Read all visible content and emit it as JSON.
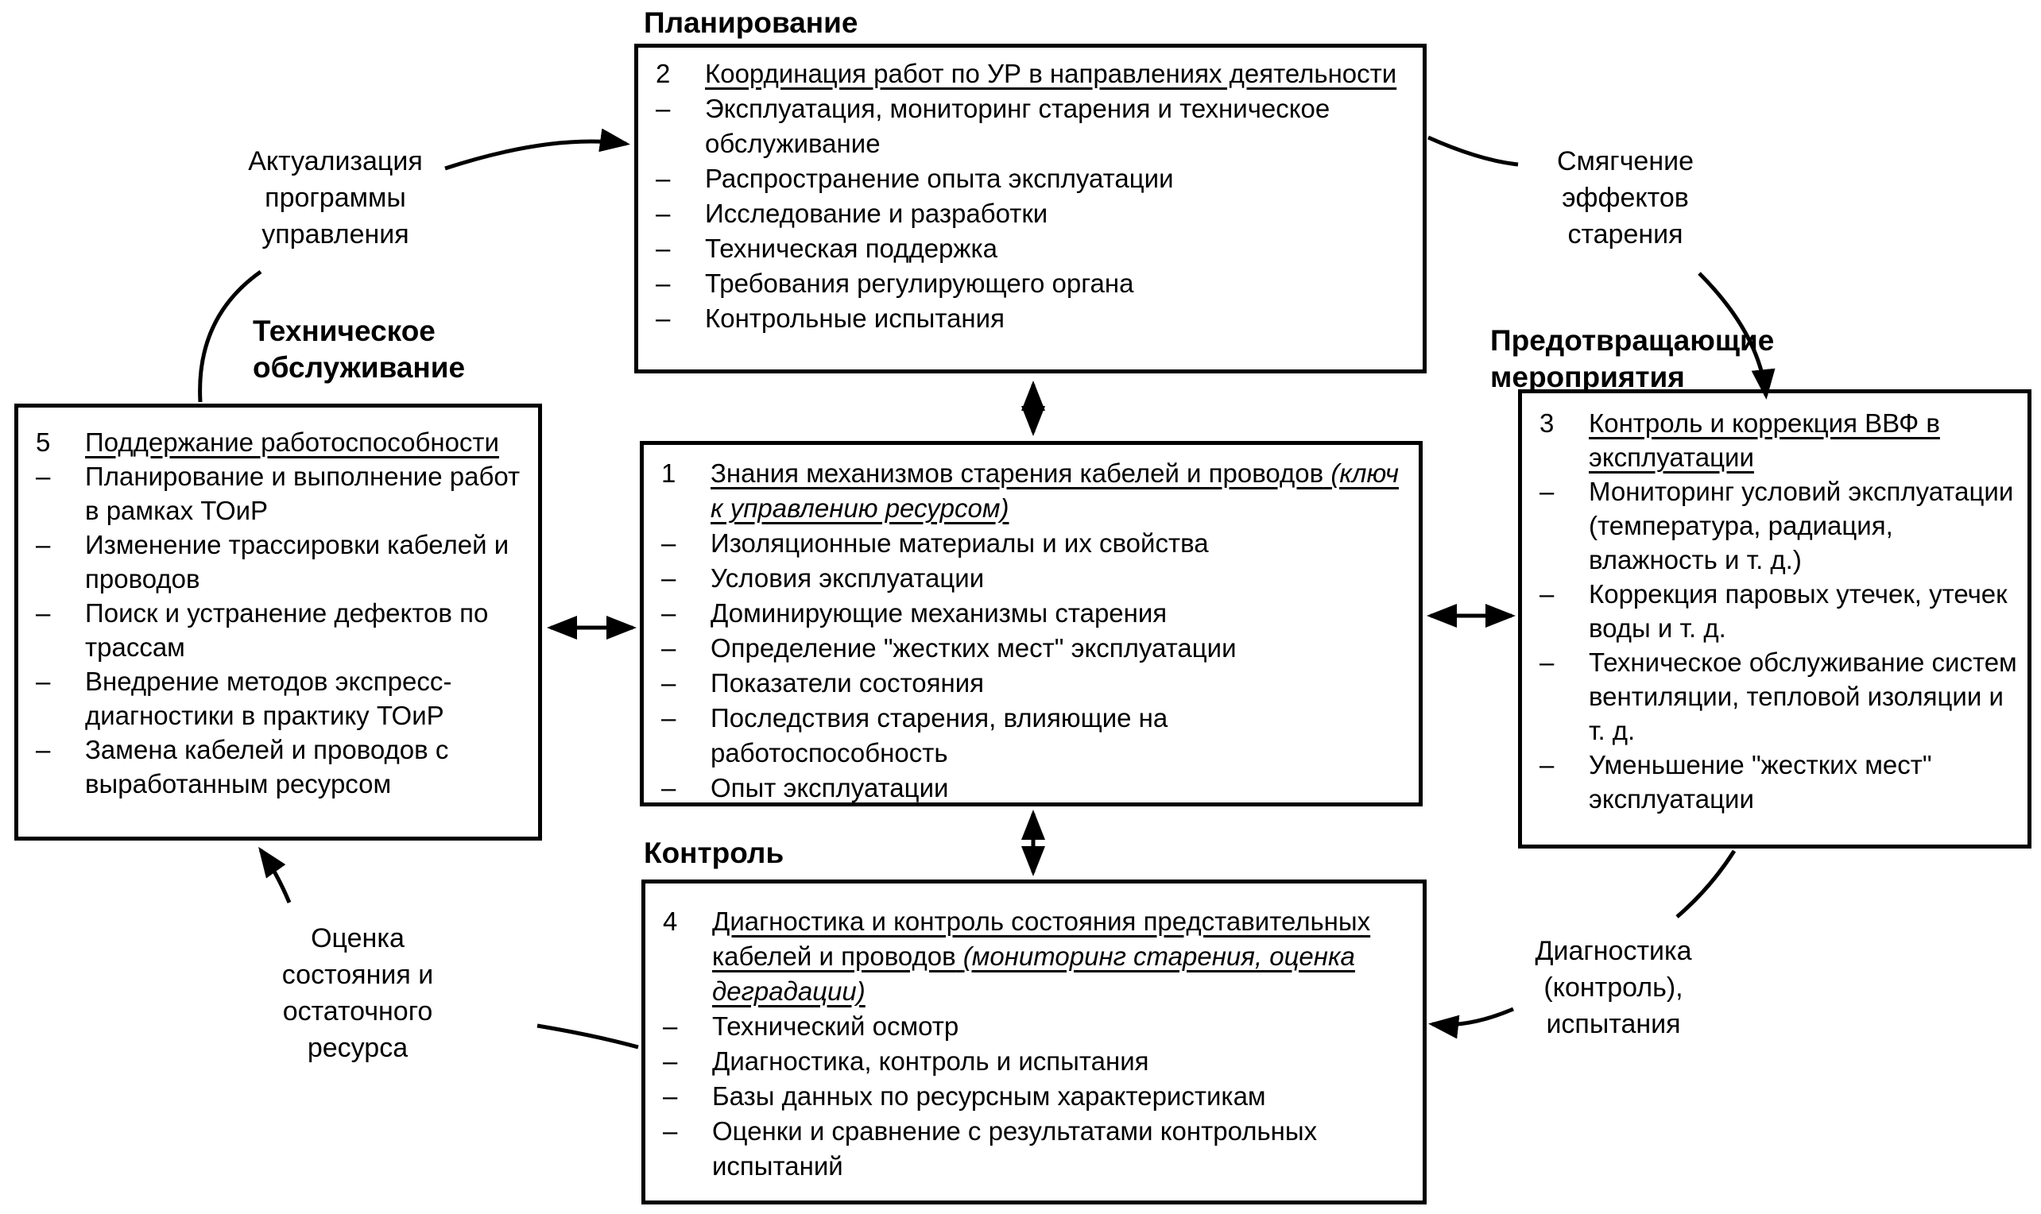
{
  "colors": {
    "ink": "#000000",
    "background": "#ffffff"
  },
  "bullet": "–",
  "section_labels": {
    "planning": "Планирование",
    "maintenance": "Техническое обслуживание",
    "preventive": "Предотвращающие мероприятия",
    "control": "Контроль"
  },
  "flow_labels": {
    "update_program": "Актуализация программы управления",
    "mitigation": "Смягчение эффектов старения",
    "diagnostics": "Диагностика (контроль), испытания",
    "assessment": "Оценка состояния и остаточного ресурса"
  },
  "boxes": {
    "box2": {
      "number": "2",
      "title_main": "Координация работ по УР в направлениях деятельности",
      "title_italic": "",
      "items": [
        "Эксплуатация, мониторинг старения и техническое обслуживание",
        "Распространение опыта эксплуатации",
        "Исследование и разработки",
        "Техническая поддержка",
        "Требования регулирующего органа",
        "Контрольные испытания"
      ]
    },
    "box1": {
      "number": "1",
      "title_main": "Знания механизмов старения кабелей и проводов",
      "title_italic": "(ключ к управлению ресурсом)",
      "items": [
        "Изоляционные материалы и их свойства",
        "Условия эксплуатации",
        "Доминирующие механизмы старения",
        "Определение \"жестких мест\" эксплуатации",
        "Показатели состояния",
        "Последствия старения, влияющие на работоспособность",
        "Опыт эксплуатации"
      ]
    },
    "box5": {
      "number": "5",
      "title_main": "Поддержание работоспособности",
      "title_italic": "",
      "items": [
        "Планирование и выполнение работ в рамках ТОиР",
        "Изменение трассировки кабелей и проводов",
        "Поиск и устранение дефектов по трассам",
        "Внедрение методов экспресс-диагностики в практику ТОиР",
        "Замена кабелей и проводов с выработанным ресурсом"
      ]
    },
    "box3": {
      "number": "3",
      "title_main": "Контроль и коррекция ВВФ в эксплуатации",
      "title_italic": "",
      "items": [
        "Мониторинг условий эксплуатации (температура, радиация, влажность и т. д.)",
        "Коррекция паровых утечек, утечек воды и т. д.",
        "Техническое обслуживание систем вентиляции, тепловой изоляции и т. д.",
        "Уменьшение \"жестких мест\" эксплуатации"
      ]
    },
    "box4": {
      "number": "4",
      "title_main": "Диагностика и контроль состояния представительных кабелей и проводов",
      "title_italic": "(мониторинг старения, оценка деградации)",
      "items": [
        "Технический осмотр",
        "Диагностика, контроль и испытания",
        "Базы данных по ресурсным характеристикам",
        "Оценки и сравнение с результатами контрольных испытаний"
      ]
    }
  }
}
